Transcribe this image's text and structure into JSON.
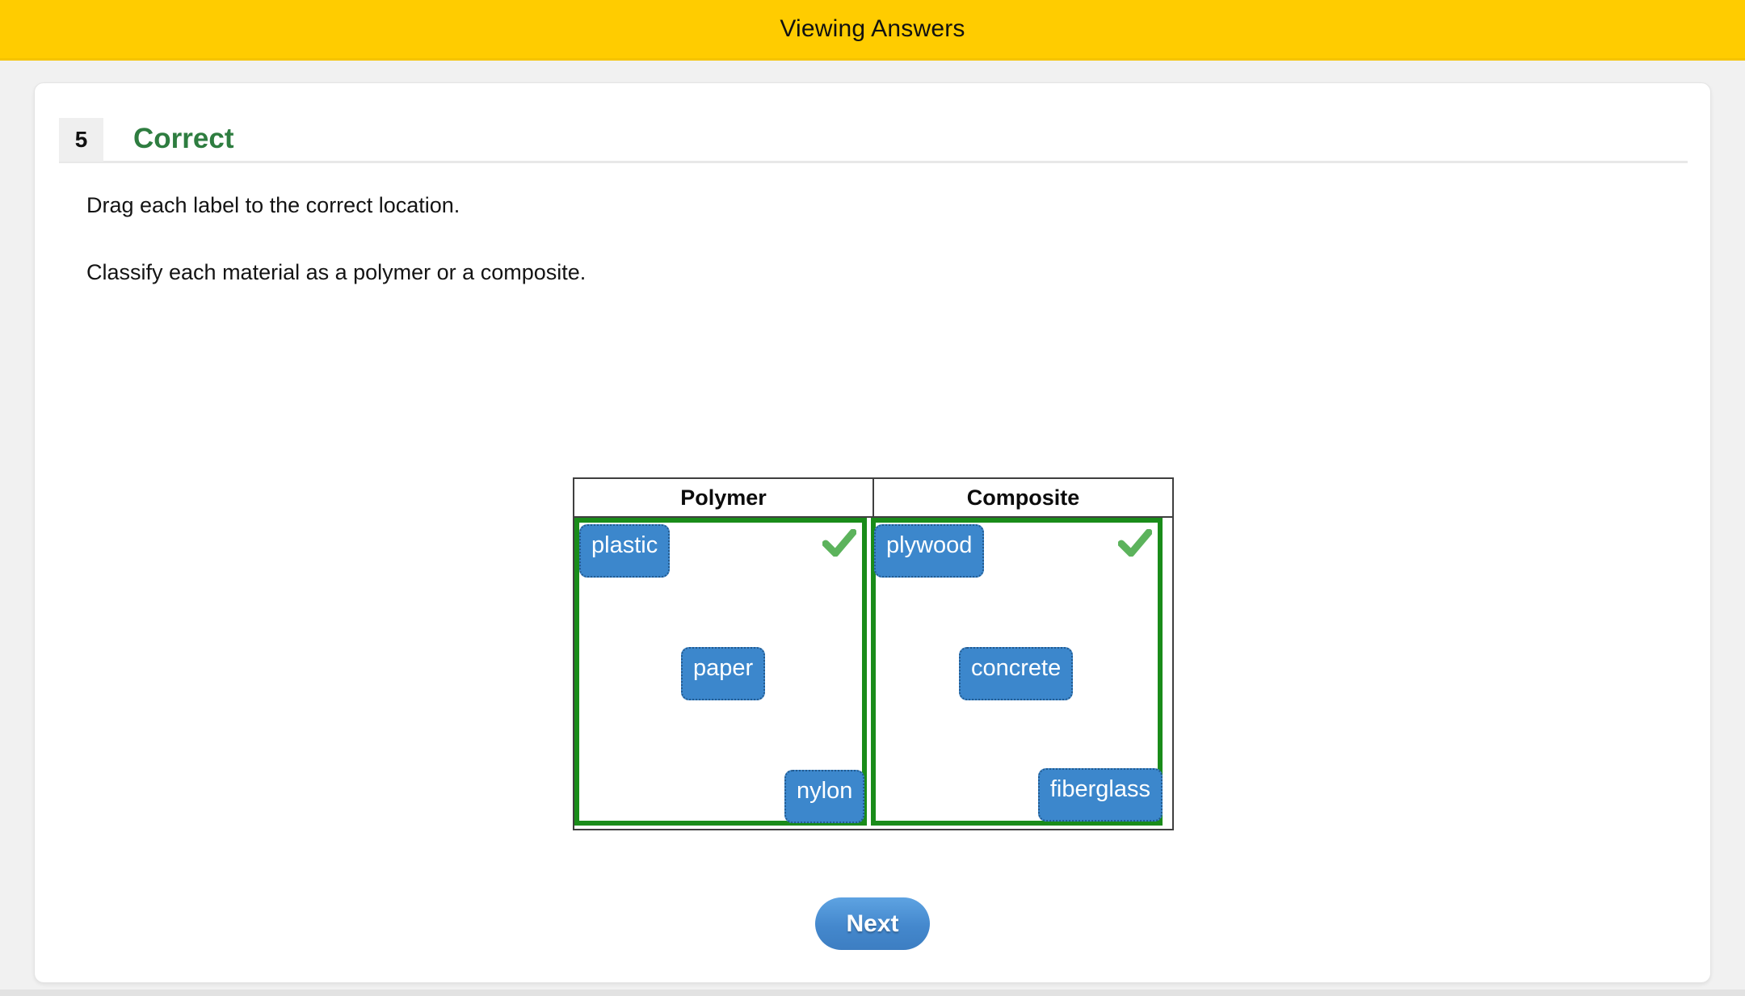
{
  "banner": {
    "title": "Viewing Answers",
    "background_color": "#FFCC00"
  },
  "question": {
    "number": "5",
    "status_label": "Correct",
    "status_color": "#2E7D40",
    "instructions": "Drag each label to the correct location.",
    "prompt": "Classify each material as a polymer or a composite."
  },
  "classification_table": {
    "columns": [
      {
        "header": "Polymer",
        "items": [
          "plastic",
          "paper",
          "nylon"
        ],
        "result": "correct"
      },
      {
        "header": "Composite",
        "items": [
          "plywood",
          "concrete",
          "fiberglass"
        ],
        "result": "correct"
      }
    ],
    "zone_border_color": "#1A8C1A",
    "check_color": "#5CB35C",
    "chip_background_color": "#3C87CC"
  },
  "footer": {
    "next_label": "Next"
  }
}
